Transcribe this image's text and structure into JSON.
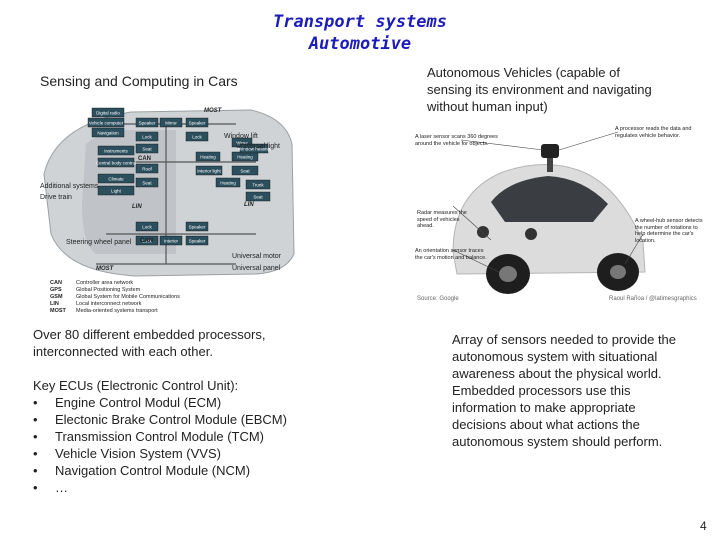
{
  "title": {
    "line1": "Transport systems",
    "line2": "Automotive"
  },
  "left": {
    "heading": "Sensing and Computing in Cars",
    "diagram": {
      "modules": [
        "Digital radio",
        "Vehicle computer",
        "Navigation",
        "Speaker",
        "Mirror",
        "Speaker",
        "Lock",
        "Lock",
        "Instruments",
        "Central body control",
        "Climate",
        "Light",
        "Seat",
        "Roof",
        "Heating",
        "Interior light",
        "Heating",
        "Seat",
        "Seat",
        "Heating",
        "Lock",
        "Speaker",
        "Lock",
        "Speaker",
        "Interior",
        "Wiper",
        "Window heating",
        "Trunk",
        "Seat"
      ],
      "labels": {
        "most_top": "MOST",
        "window_lift": "Window lift",
        "universal_light": "Universal light",
        "can_top": "CAN",
        "additional_systems": "Additional systems",
        "drive_train": "Drive train",
        "lin_left": "LIN",
        "lin_right": "LIN",
        "steering_wheel_panel": "Steering wheel panel",
        "can_bottom": "CAN",
        "universal_motor": "Universal motor",
        "universal_panel": "Universal panel",
        "most_bottom": "MOST"
      },
      "legend": [
        {
          "abbr": "CAN",
          "desc": "Controller area network"
        },
        {
          "abbr": "GPS",
          "desc": "Global Positioning System"
        },
        {
          "abbr": "GSM",
          "desc": "Global System for Mobile Communications"
        },
        {
          "abbr": "LIN",
          "desc": "Local interconnect network"
        },
        {
          "abbr": "MOST",
          "desc": "Media-oriented systems transport"
        }
      ]
    },
    "intro": "Over 80 different embedded processors, interconnected with each other.",
    "ecu_title": "Key ECUs (Electronic Control Unit):",
    "ecus": [
      "Engine Control Modul (ECM)",
      "Electonic Brake Control Module (EBCM)",
      "Transmission Control Module (TCM)",
      "Vehicle Vision System (VVS)",
      "Navigation Control Module (NCM)",
      "…"
    ]
  },
  "right": {
    "heading": "Autonomous Vehicles (capable of sensing its environment and navigating without human input)",
    "photo": {
      "annotations": {
        "laser": "A laser sensor scans 360 degrees around the vehicle for objects.",
        "processor": "A processor reads the data and regulates vehicle behavior.",
        "radar": "Radar measures the speed of vehicles ahead.",
        "orientation": "An orientation sensor traces the car's motion and balance.",
        "wheel_hub": "A wheel-hub sensor detects the number of rotations to help determine the car's location."
      },
      "source": "Source: Google",
      "credit": "Raoul Rañoa / @latimesgraphics"
    },
    "description": "Array of sensors needed to provide the autonomous system with situational awareness about the physical world. Embedded processors use this information to make appropriate decisions about what actions the autonomous system should perform."
  },
  "page_number": "4",
  "colors": {
    "title": "#1c1cb8",
    "module_box": "#2c4f5e",
    "car_body": "#dcdcdc"
  }
}
